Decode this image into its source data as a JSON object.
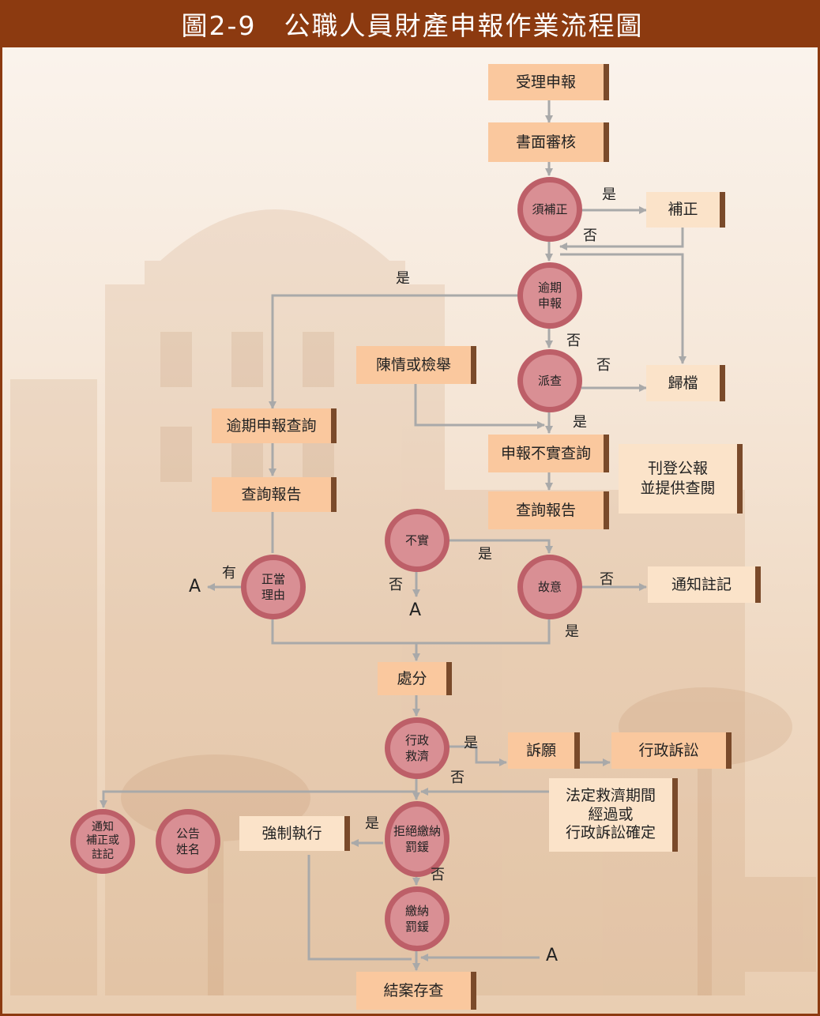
{
  "title": "圖2-9　公職人員財產申報作業流程圖",
  "colors": {
    "title_bar": "#8c3a10",
    "process_box": "#fac89e",
    "box_side_bar": "#7a4a2a",
    "decision_circle": "#d98f94",
    "decision_ring": "#bd5f68",
    "connector": "#a9a9a9"
  },
  "nodes": {
    "receive": "受理申報",
    "review": "書面審核",
    "need_fix": "須補正",
    "fix": "補正",
    "overdue": "逾期\n申報",
    "petition": "陳情或檢舉",
    "dispatch": "派查",
    "archive": "歸檔",
    "overdue_query": "逾期申報查詢",
    "false_query": "申報不實查詢",
    "publish": "刊登公報\n並提供查閱",
    "report_left": "查詢報告",
    "report_right": "查詢報告",
    "untrue": "不實",
    "justified": "正當\n理由",
    "intentional": "故意",
    "notify": "通知註記",
    "penalty": "處分",
    "admin_relief": "行政\n救濟",
    "appeal": "訴願",
    "litigation": "行政訴訟",
    "relief_period": "法定救濟期間\n經過或\n行政訴訟確定",
    "notify_fix": "通知\n補正或\n註記",
    "publish_name": "公告\n姓名",
    "enforce": "強制執行",
    "refuse_pay": "拒絕繳納\n罰鍰",
    "pay": "繳納\n罰鍰",
    "close": "結案存查"
  },
  "labels": {
    "yes": "是",
    "no": "否",
    "has": "有",
    "connector_a": "A"
  }
}
